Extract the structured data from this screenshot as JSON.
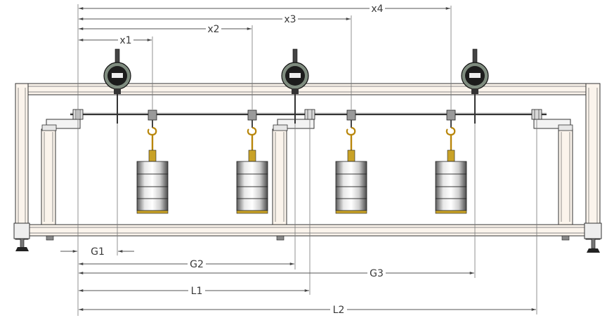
{
  "labels": {
    "x1": "x1",
    "x2": "x2",
    "x3": "x3",
    "x4": "x4",
    "G1": "G1",
    "G2": "G2",
    "G3": "G3",
    "L1": "L1",
    "L2": "L2"
  },
  "colors": {
    "frame_fill": "#fbf4ec",
    "line": "#333333",
    "hook": "#b8860b",
    "brass": "#c9a227",
    "gauge_face": "#1c1c1c",
    "gauge_ring": "#7f8c7f"
  }
}
